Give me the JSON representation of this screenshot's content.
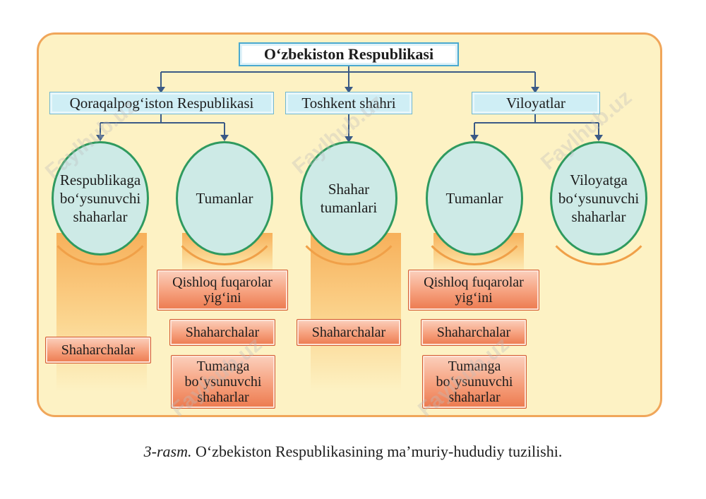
{
  "diagram": {
    "root": "O‘zbekiston Respublikasi",
    "level1": {
      "qoraqalpogiston": "Qoraqalpog‘iston Respublikasi",
      "toshkent": "Toshkent shahri",
      "viloyatlar": "Viloyatlar"
    },
    "ovals": {
      "respublikaga": "Respublikaga bo‘ysunuvchi shaharlar",
      "tumanlar_left": "Tumanlar",
      "shahar_tumanlari": "Shahar tumanlari",
      "tumanlar_right": "Tumanlar",
      "viloyatga": "Viloyatga bo‘ysunuvchi shaharlar"
    },
    "boxes": {
      "col1_shaharchalar": "Shaharchalar",
      "col2_qishloq": "Qishloq fuqarolar yig‘ini",
      "col2_shaharchalar": "Shaharchalar",
      "col2_tumanga": "Tumanga bo‘ysunuvchi shaharlar",
      "col3_shaharchalar": "Shaharchalar",
      "col4_qishloq": "Qishloq fuqarolar yig‘ini",
      "col4_shaharchalar": "Shaharchalar",
      "col4_tumanga": "Tumanga bo‘ysunuvchi shaharlar"
    }
  },
  "caption": {
    "label": "3-rasm.",
    "text": " O‘zbekiston Respublikasining ma’muriy-hududiy tuzilishi."
  },
  "watermark": {
    "text": "Faylhub.uz"
  },
  "colors": {
    "panel_bg": "#fdf2c4",
    "panel_border": "#f0a65a",
    "oval_border": "#2f9a5f",
    "connector": "#3b5a86"
  }
}
